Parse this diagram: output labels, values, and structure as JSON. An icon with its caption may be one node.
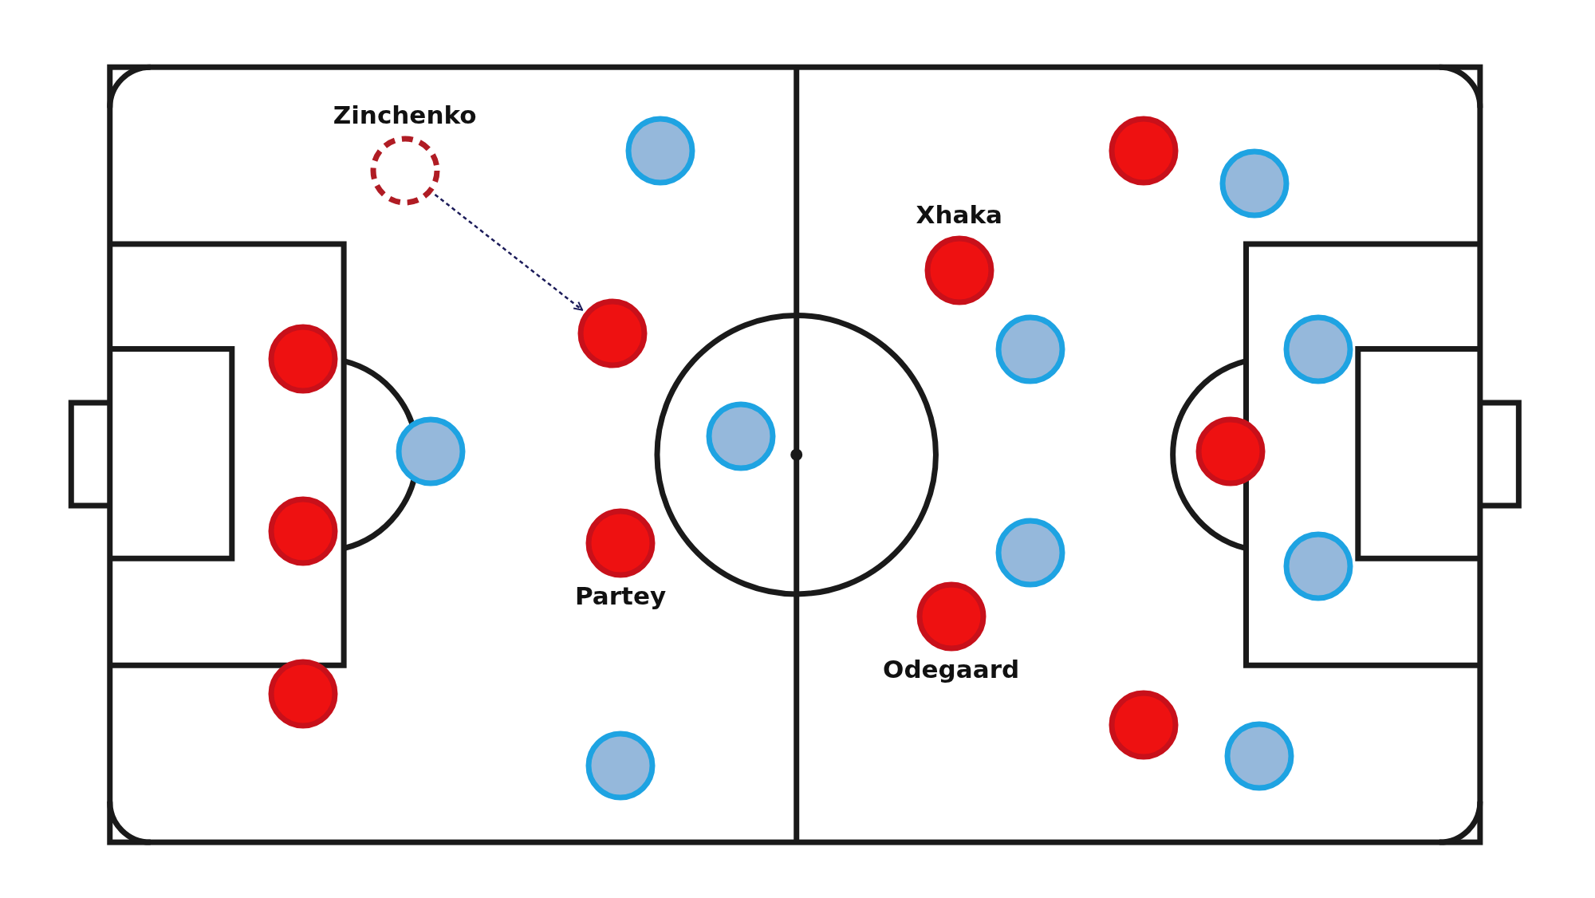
{
  "diagram": {
    "nodes": [
      {
        "text": [
          "Zinchenko"
        ]
      },
      {
        "text": [],
        "shape": "circle"
      },
      {
        "text": [],
        "shape": "circle"
      },
      {
        "text": [],
        "shape": "circle"
      },
      {
        "text": [
          "Xhaka"
        ]
      },
      {
        "text": [],
        "shape": "circle"
      },
      {
        "text": [],
        "shape": "circle"
      },
      {
        "text": [],
        "shape": "circle"
      },
      {
        "text": [],
        "shape": "circle"
      },
      {
        "text": [],
        "shape": "circle"
      },
      {
        "text": [],
        "shape": "circle"
      },
      {
        "text": [],
        "shape": "circle"
      },
      {
        "text": [],
        "shape": "circle"
      },
      {
        "text": [
          "Partey"
        ]
      },
      {
        "text": [],
        "shape": "circle"
      },
      {
        "text": [],
        "shape": "circle"
      },
      {
        "text": [
          "Odegaard"
        ]
      },
      {
        "text": [],
        "shape": "circle"
      },
      {
        "text": [],
        "shape": "circle"
      },
      {
        "text": [],
        "shape": "circle"
      },
      {
        "text": [],
        "shape": "circle"
      }
    ],
    "edges": [
      {
        "from": 0,
        "to": 6,
        "arrow": "to",
        "style": "dashed",
        "color": "#1c1c5a"
      }
    ]
  }
}
